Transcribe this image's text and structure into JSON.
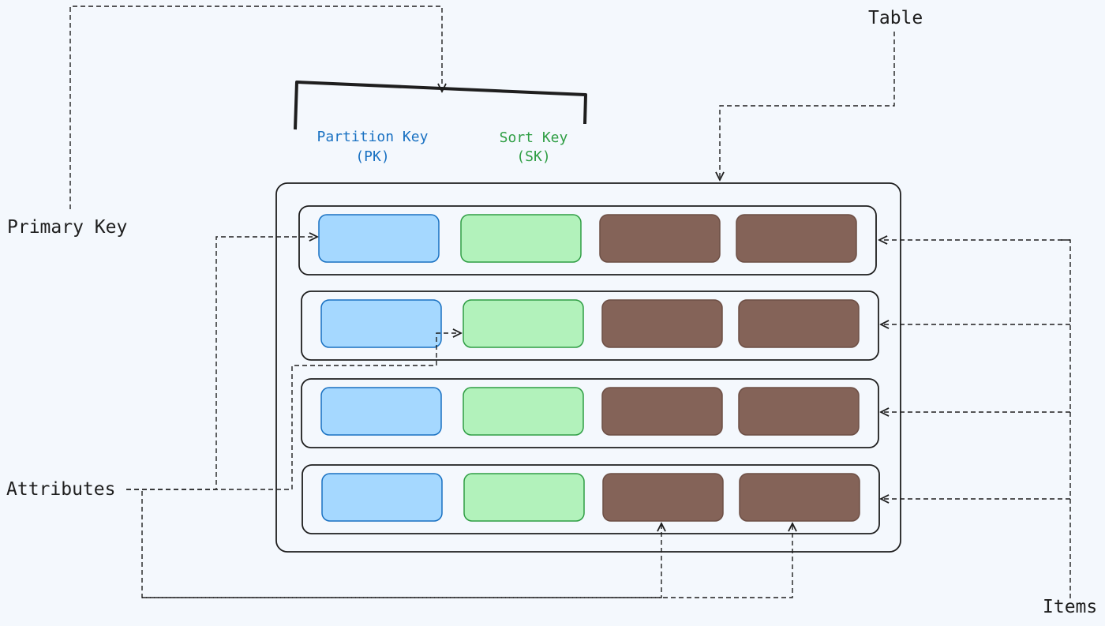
{
  "labels": {
    "table": "Table",
    "primary_key": "Primary Key",
    "attributes": "Attributes",
    "items": "Items",
    "partition_key": "Partition Key",
    "partition_key_abbr": "(PK)",
    "sort_key": "Sort Key",
    "sort_key_abbr": "(SK)"
  },
  "colors": {
    "background": "#f4f8fd",
    "partition_key_fill": "#a5d8ff",
    "partition_key_stroke": "#1971c2",
    "sort_key_fill": "#b2f2bb",
    "sort_key_stroke": "#2f9e44",
    "attribute_fill": "#846358",
    "attribute_stroke": "#6d4f45",
    "line": "#1e1e1e"
  },
  "table": {
    "item_count": 4,
    "cells_per_item": [
      "partition_key",
      "sort_key",
      "attribute",
      "attribute"
    ]
  }
}
